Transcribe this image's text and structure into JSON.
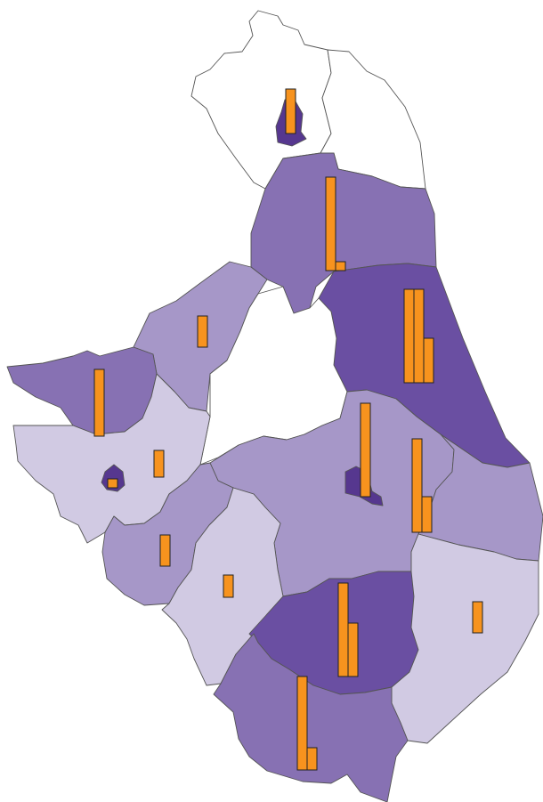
{
  "legend": {
    "color_classes": [
      "#ffffff",
      "#d1cae3",
      "#a697c8",
      "#8771b3",
      "#6a4fa2",
      "#56378f"
    ],
    "bar_color": "#f7931e"
  },
  "chart_data": {
    "type": "choropleth-bar-map",
    "title": "",
    "regions": [
      {
        "id": "north-west-upper",
        "class": 0,
        "bars": [
          10
        ]
      },
      {
        "id": "north-east-upper",
        "class": 0,
        "bars": []
      },
      {
        "id": "north-city",
        "class": 5,
        "bars": []
      },
      {
        "id": "north-central",
        "class": 3,
        "bars": [
          21,
          2
        ]
      },
      {
        "id": "north-west",
        "class": 2,
        "bars": [
          7
        ]
      },
      {
        "id": "east-coast",
        "class": 4,
        "bars": [
          21,
          21,
          10
        ]
      },
      {
        "id": "unassigned-interior",
        "class": 0,
        "bars": []
      },
      {
        "id": "west-coast",
        "class": 3,
        "bars": [
          15
        ]
      },
      {
        "id": "west",
        "class": 1,
        "bars": [
          6
        ]
      },
      {
        "id": "west-city",
        "class": 5,
        "bars": [
          2
        ]
      },
      {
        "id": "central",
        "class": 2,
        "bars": [
          21
        ]
      },
      {
        "id": "central-city",
        "class": 5,
        "bars": []
      },
      {
        "id": "east",
        "class": 2,
        "bars": [
          21,
          8
        ]
      },
      {
        "id": "south-west",
        "class": 2,
        "bars": [
          7
        ]
      },
      {
        "id": "south-central-west",
        "class": 1,
        "bars": [
          5
        ]
      },
      {
        "id": "south-central",
        "class": 4,
        "bars": [
          21,
          12
        ]
      },
      {
        "id": "south-east",
        "class": 1,
        "bars": [
          7
        ]
      },
      {
        "id": "south",
        "class": 3,
        "bars": [
          21,
          5
        ]
      }
    ]
  }
}
